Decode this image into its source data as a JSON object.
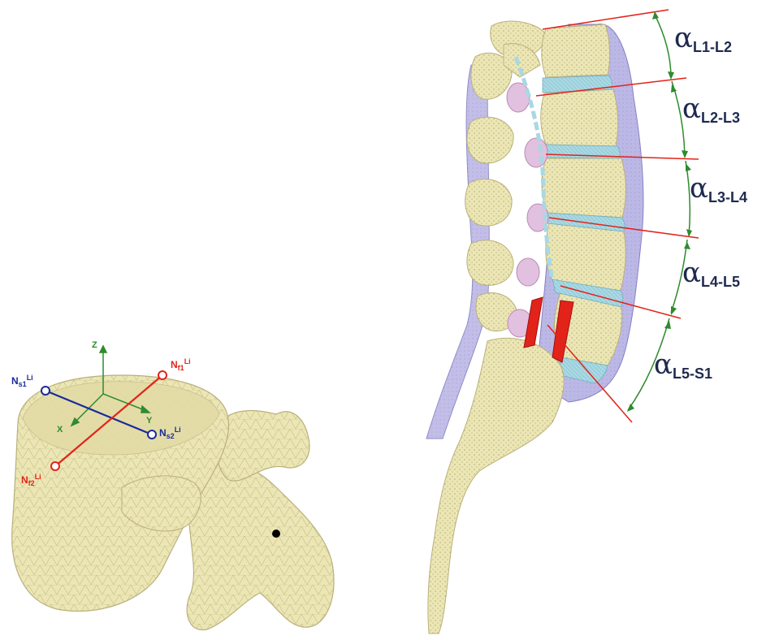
{
  "colors": {
    "bone": "#ece6b4",
    "bone_stroke": "#b9b07a",
    "ligament": "#b9b6e4",
    "disc": "#a8d8e3",
    "nucleus": "#e2c0e0",
    "red": "#e2231a",
    "blue": "#1b2a9a",
    "green": "#2e8b2e",
    "text_dark": "#1f2a4f"
  },
  "angles": [
    {
      "greek": "α",
      "sub": "L1-L2"
    },
    {
      "greek": "α",
      "sub": "L2-L3"
    },
    {
      "greek": "α",
      "sub": "L3-L4"
    },
    {
      "greek": "α",
      "sub": "L4-L5"
    },
    {
      "greek": "α",
      "sub": "L5-S1"
    }
  ],
  "nodes": [
    {
      "base": "N",
      "sub": "s1",
      "sup": "Li",
      "color": "blue"
    },
    {
      "base": "N",
      "sub": "f1",
      "sup": "Li",
      "color": "red"
    },
    {
      "base": "N",
      "sub": "s2",
      "sup": "Li",
      "color": "blue"
    },
    {
      "base": "N",
      "sub": "f2",
      "sup": "Li",
      "color": "red"
    }
  ],
  "axes": {
    "z": "Z",
    "x": "X",
    "y": "Y"
  }
}
